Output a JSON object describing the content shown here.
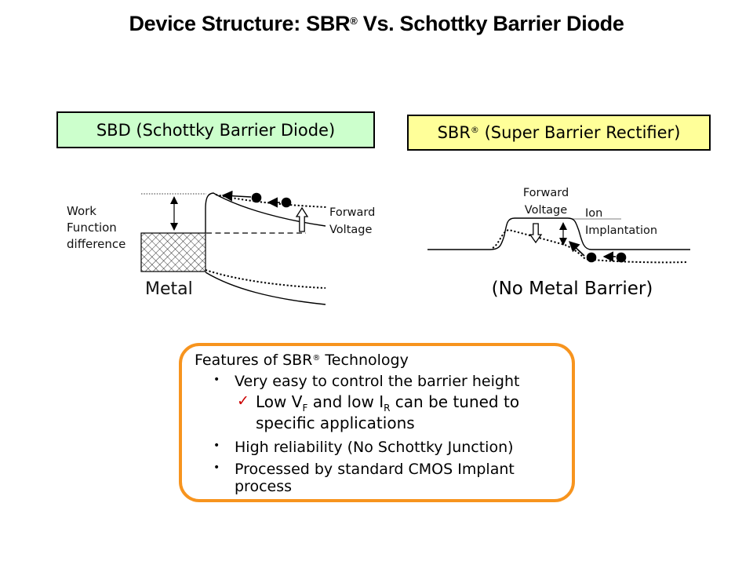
{
  "slide": {
    "title": {
      "pre": "Device Structure: SBR",
      "reg": "®",
      "post": " Vs. Schottky Barrier Diode"
    }
  },
  "headers": {
    "sbd_label": "SBD (Schottky Barrier Diode)",
    "sbr_pre": "SBR",
    "sbr_reg": "®",
    "sbr_post": " (Super Barrier Rectifier)"
  },
  "sbd_diagram": {
    "work_function_l1": "Work",
    "work_function_l2": "Function",
    "work_function_l3": "difference",
    "metal": "Metal",
    "forward_l1": "Forward",
    "forward_l2": "Voltage"
  },
  "sbr_diagram": {
    "forward_l1": "Forward",
    "forward_l2": "Voltage",
    "ion_l1": "Ion",
    "ion_l2": "Implantation",
    "caption": "(No Metal Barrier)"
  },
  "features": {
    "heading_pre": "Features of SBR",
    "heading_reg": "®",
    "heading_post": " Technology",
    "bullet_char": "•",
    "check_char": "✓",
    "bullet1": "Very easy to control the barrier height",
    "check_seg1": "Low V",
    "check_sub1": "F",
    "check_seg2": " and low I",
    "check_sub2": "R",
    "check_seg3": " can be tuned to",
    "check_line2": "specific applications",
    "bullet2": "High reliability (No Schottky Junction)",
    "bullet3_l1": "Processed by standard CMOS Implant",
    "bullet3_l2": "process"
  },
  "colors": {
    "sbd_box_bg": "#ccffcc",
    "sbr_box_bg": "#ffff99",
    "features_border": "#f7941e",
    "check_mark": "#cc0000",
    "text": "#000000"
  }
}
